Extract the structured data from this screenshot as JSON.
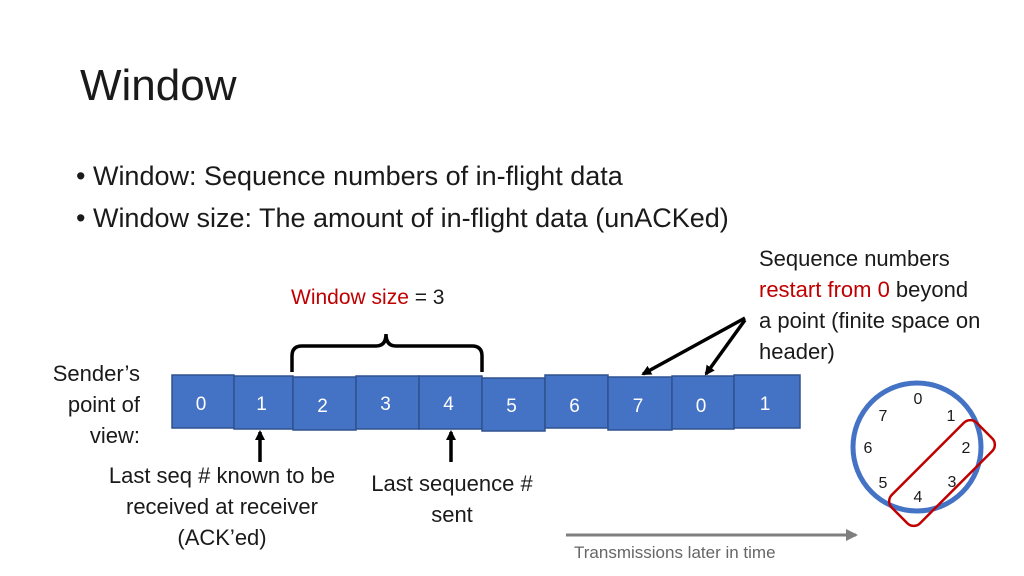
{
  "title": "Window",
  "bullets": [
    "• Window: Sequence numbers of in-flight data",
    "• Window size: The amount of in-flight data (unACKed)"
  ],
  "seq_note": {
    "line1": "Sequence numbers",
    "red_part": "restart from 0",
    "after_red": " beyond",
    "rest": "a point (finite space on header)"
  },
  "window_size": {
    "label": "Window size",
    "value": " = 3"
  },
  "sender_label": "Sender’s point of view:",
  "last_ack_label": "Last seq # known to be received at receiver (ACK’ed)",
  "last_sent_label": "Last sequence # sent",
  "time_label": "Transmissions later in time",
  "cells": [
    "0",
    "1",
    "2",
    "3",
    "4",
    "5",
    "6",
    "7",
    "0",
    "1"
  ],
  "circle_numbers": [
    "0",
    "1",
    "2",
    "3",
    "4",
    "5",
    "6",
    "7"
  ],
  "colors": {
    "box": "#4472c4",
    "red": "#c00000",
    "circle": "#4472c4",
    "arrow_gray": "#7f7f7f"
  }
}
